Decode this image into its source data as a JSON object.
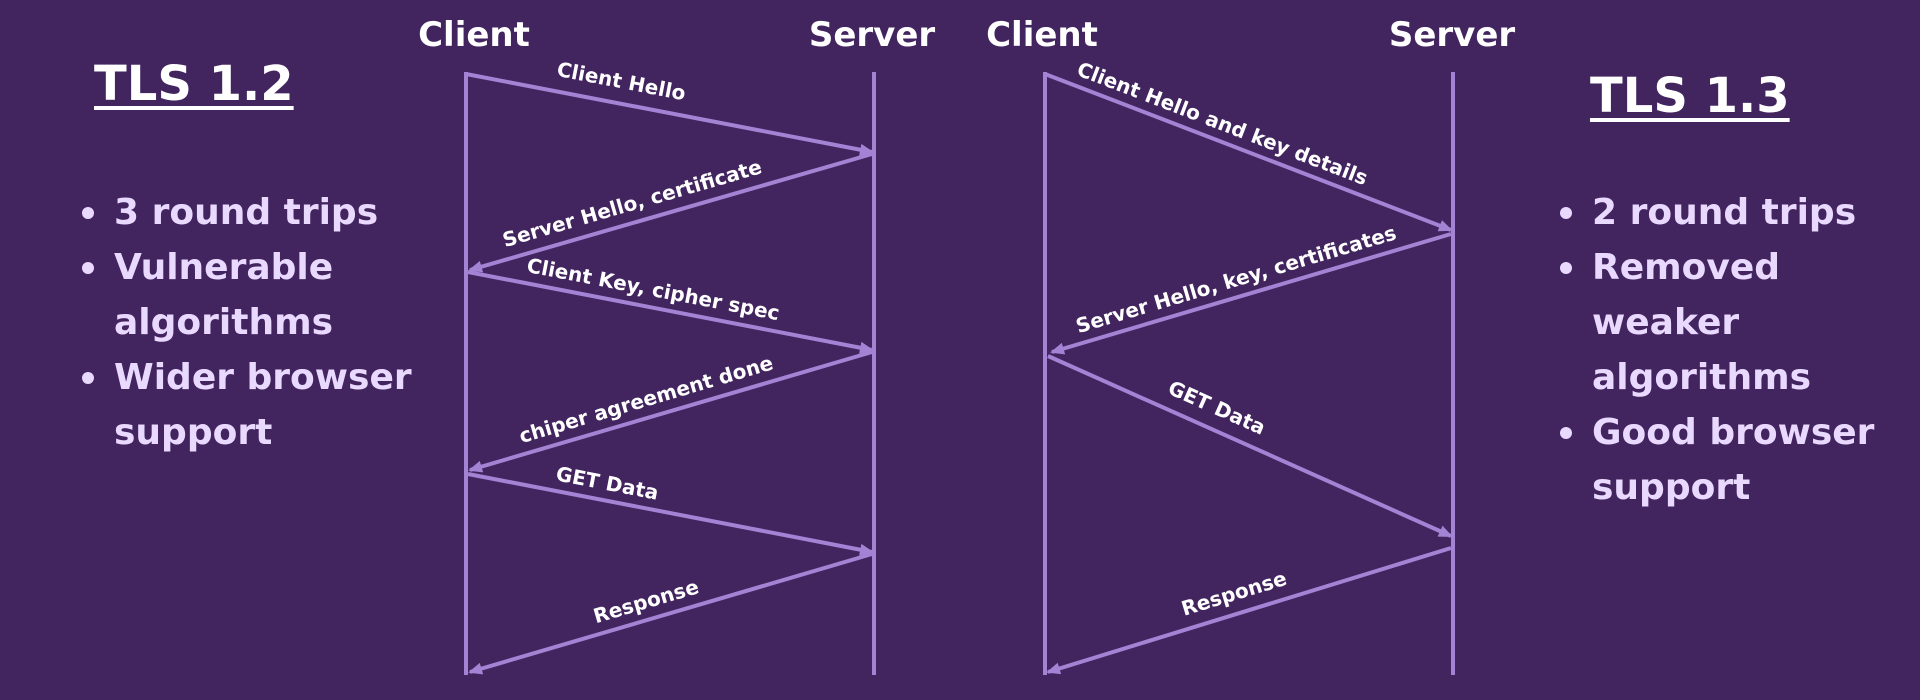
{
  "colors": {
    "background": "#42245f",
    "line": "#a383d4",
    "bullet_text": "#ead9ff",
    "title_text": "#ffffff"
  },
  "tls12": {
    "title": "TLS 1.2",
    "client_label": "Client",
    "server_label": "Server",
    "points": [
      {
        "text": "3 round trips"
      },
      {
        "text": "Vulnerable algorithms"
      },
      {
        "text": "Wider browser support"
      }
    ],
    "messages": [
      {
        "label": "Client Hello",
        "direction": "to-server"
      },
      {
        "label": "Server Hello, certificate",
        "direction": "to-client"
      },
      {
        "label": "Client Key, cipher spec",
        "direction": "to-server"
      },
      {
        "label": "chiper agreement done",
        "direction": "to-client"
      },
      {
        "label": "GET Data",
        "direction": "to-server"
      },
      {
        "label": "Response",
        "direction": "to-client"
      }
    ]
  },
  "tls13": {
    "title": "TLS 1.3",
    "client_label": "Client",
    "server_label": "Server",
    "points": [
      {
        "text": "2 round trips"
      },
      {
        "text": "Removed weaker algorithms"
      },
      {
        "text": "Good browser support"
      }
    ],
    "messages": [
      {
        "label": "Client Hello and key details",
        "direction": "to-server"
      },
      {
        "label": "Server Hello, key, certificates",
        "direction": "to-client"
      },
      {
        "label": "GET Data",
        "direction": "to-server"
      },
      {
        "label": "Response",
        "direction": "to-client"
      }
    ]
  }
}
